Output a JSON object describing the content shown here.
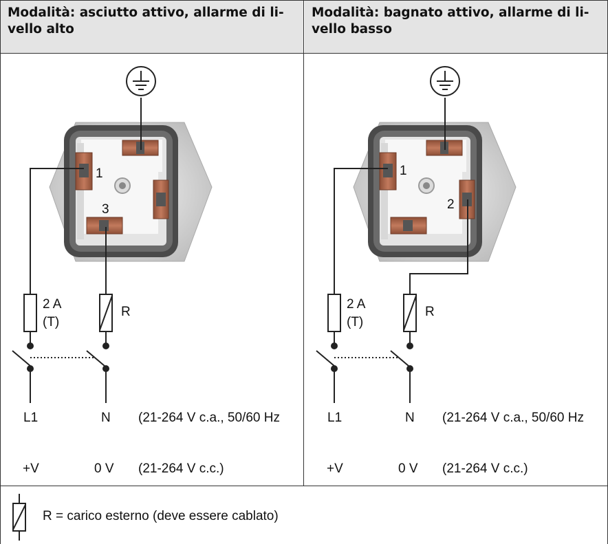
{
  "headers": {
    "left_line1": "Modalità: asciutto attivo, allarme di li-",
    "left_line2": "vello alto",
    "right_line1": "Modalità: bagnato attivo, allarme di li-",
    "right_line2": "vello basso"
  },
  "left_panel": {
    "terminal_a": "1",
    "terminal_b": "3",
    "fuse_label_1": "2 A",
    "fuse_label_2": "(T)",
    "load_label": "R",
    "ac_line": "L1",
    "ac_neutral": "N",
    "ac_range": "(21-264 V c.a., 50/60 Hz",
    "dc_pos": "+V",
    "dc_neg": "0 V",
    "dc_range": "(21-264 V c.c.)"
  },
  "right_panel": {
    "terminal_a": "1",
    "terminal_b": "2",
    "fuse_label_1": "2 A",
    "fuse_label_2": "(T)",
    "load_label": "R",
    "ac_line": "L1",
    "ac_neutral": "N",
    "ac_range": "(21-264 V c.a., 50/60 Hz",
    "dc_pos": "+V",
    "dc_neg": "0 V",
    "dc_range": "(21-264 V c.c.)"
  },
  "legend": {
    "text": "R = carico esterno (deve essere cablato)"
  },
  "colors": {
    "header_bg": "#e4e4e4",
    "terminal_copper": "#b56a4e",
    "housing_dark": "#4a4a4a"
  }
}
